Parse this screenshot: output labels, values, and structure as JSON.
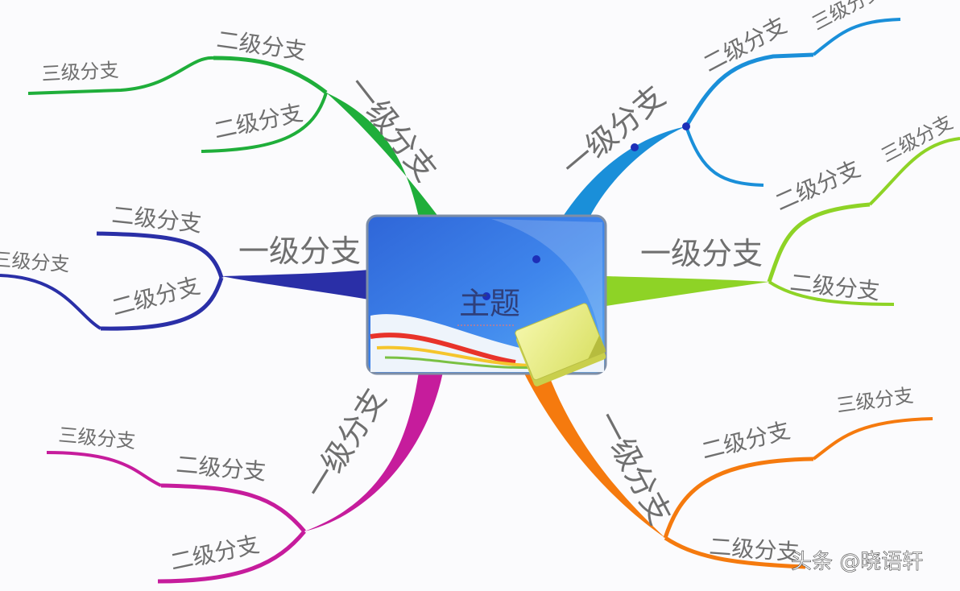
{
  "central_topic": {
    "label": "主题"
  },
  "branches": {
    "top_left": {
      "color": "#1fae3a",
      "label": "一级分支",
      "children": [
        {
          "label": "二级分支",
          "child": {
            "label": "三级分支"
          }
        },
        {
          "label": "二级分支"
        }
      ]
    },
    "left": {
      "color": "#2a2fa7",
      "label": "一级分支",
      "children": [
        {
          "label": "二级分支"
        },
        {
          "label": "二级分支",
          "child": {
            "label": "三级分支"
          }
        }
      ]
    },
    "bottom_left": {
      "color": "#c61c9c",
      "label": "一级分支",
      "children": [
        {
          "label": "二级分支",
          "child": {
            "label": "三级分支"
          }
        },
        {
          "label": "二级分支"
        }
      ]
    },
    "top_right": {
      "color": "#1a8fd9",
      "label": "一级分支",
      "children": [
        {
          "label": "二级分支",
          "child": {
            "label": "三级分支"
          }
        },
        {
          "label": ""
        }
      ]
    },
    "right": {
      "color": "#8ed326",
      "label": "一级分支",
      "children": [
        {
          "label": "二级分支",
          "child": {
            "label": "三级分支"
          }
        },
        {
          "label": "二级分支"
        }
      ]
    },
    "bottom_right": {
      "color": "#f57a0e",
      "label": "一级分支",
      "children": [
        {
          "label": "二级分支",
          "child": {
            "label": "三级分支"
          }
        },
        {
          "label": "二级分支"
        }
      ]
    }
  },
  "watermark": "头条 @晓语轩"
}
